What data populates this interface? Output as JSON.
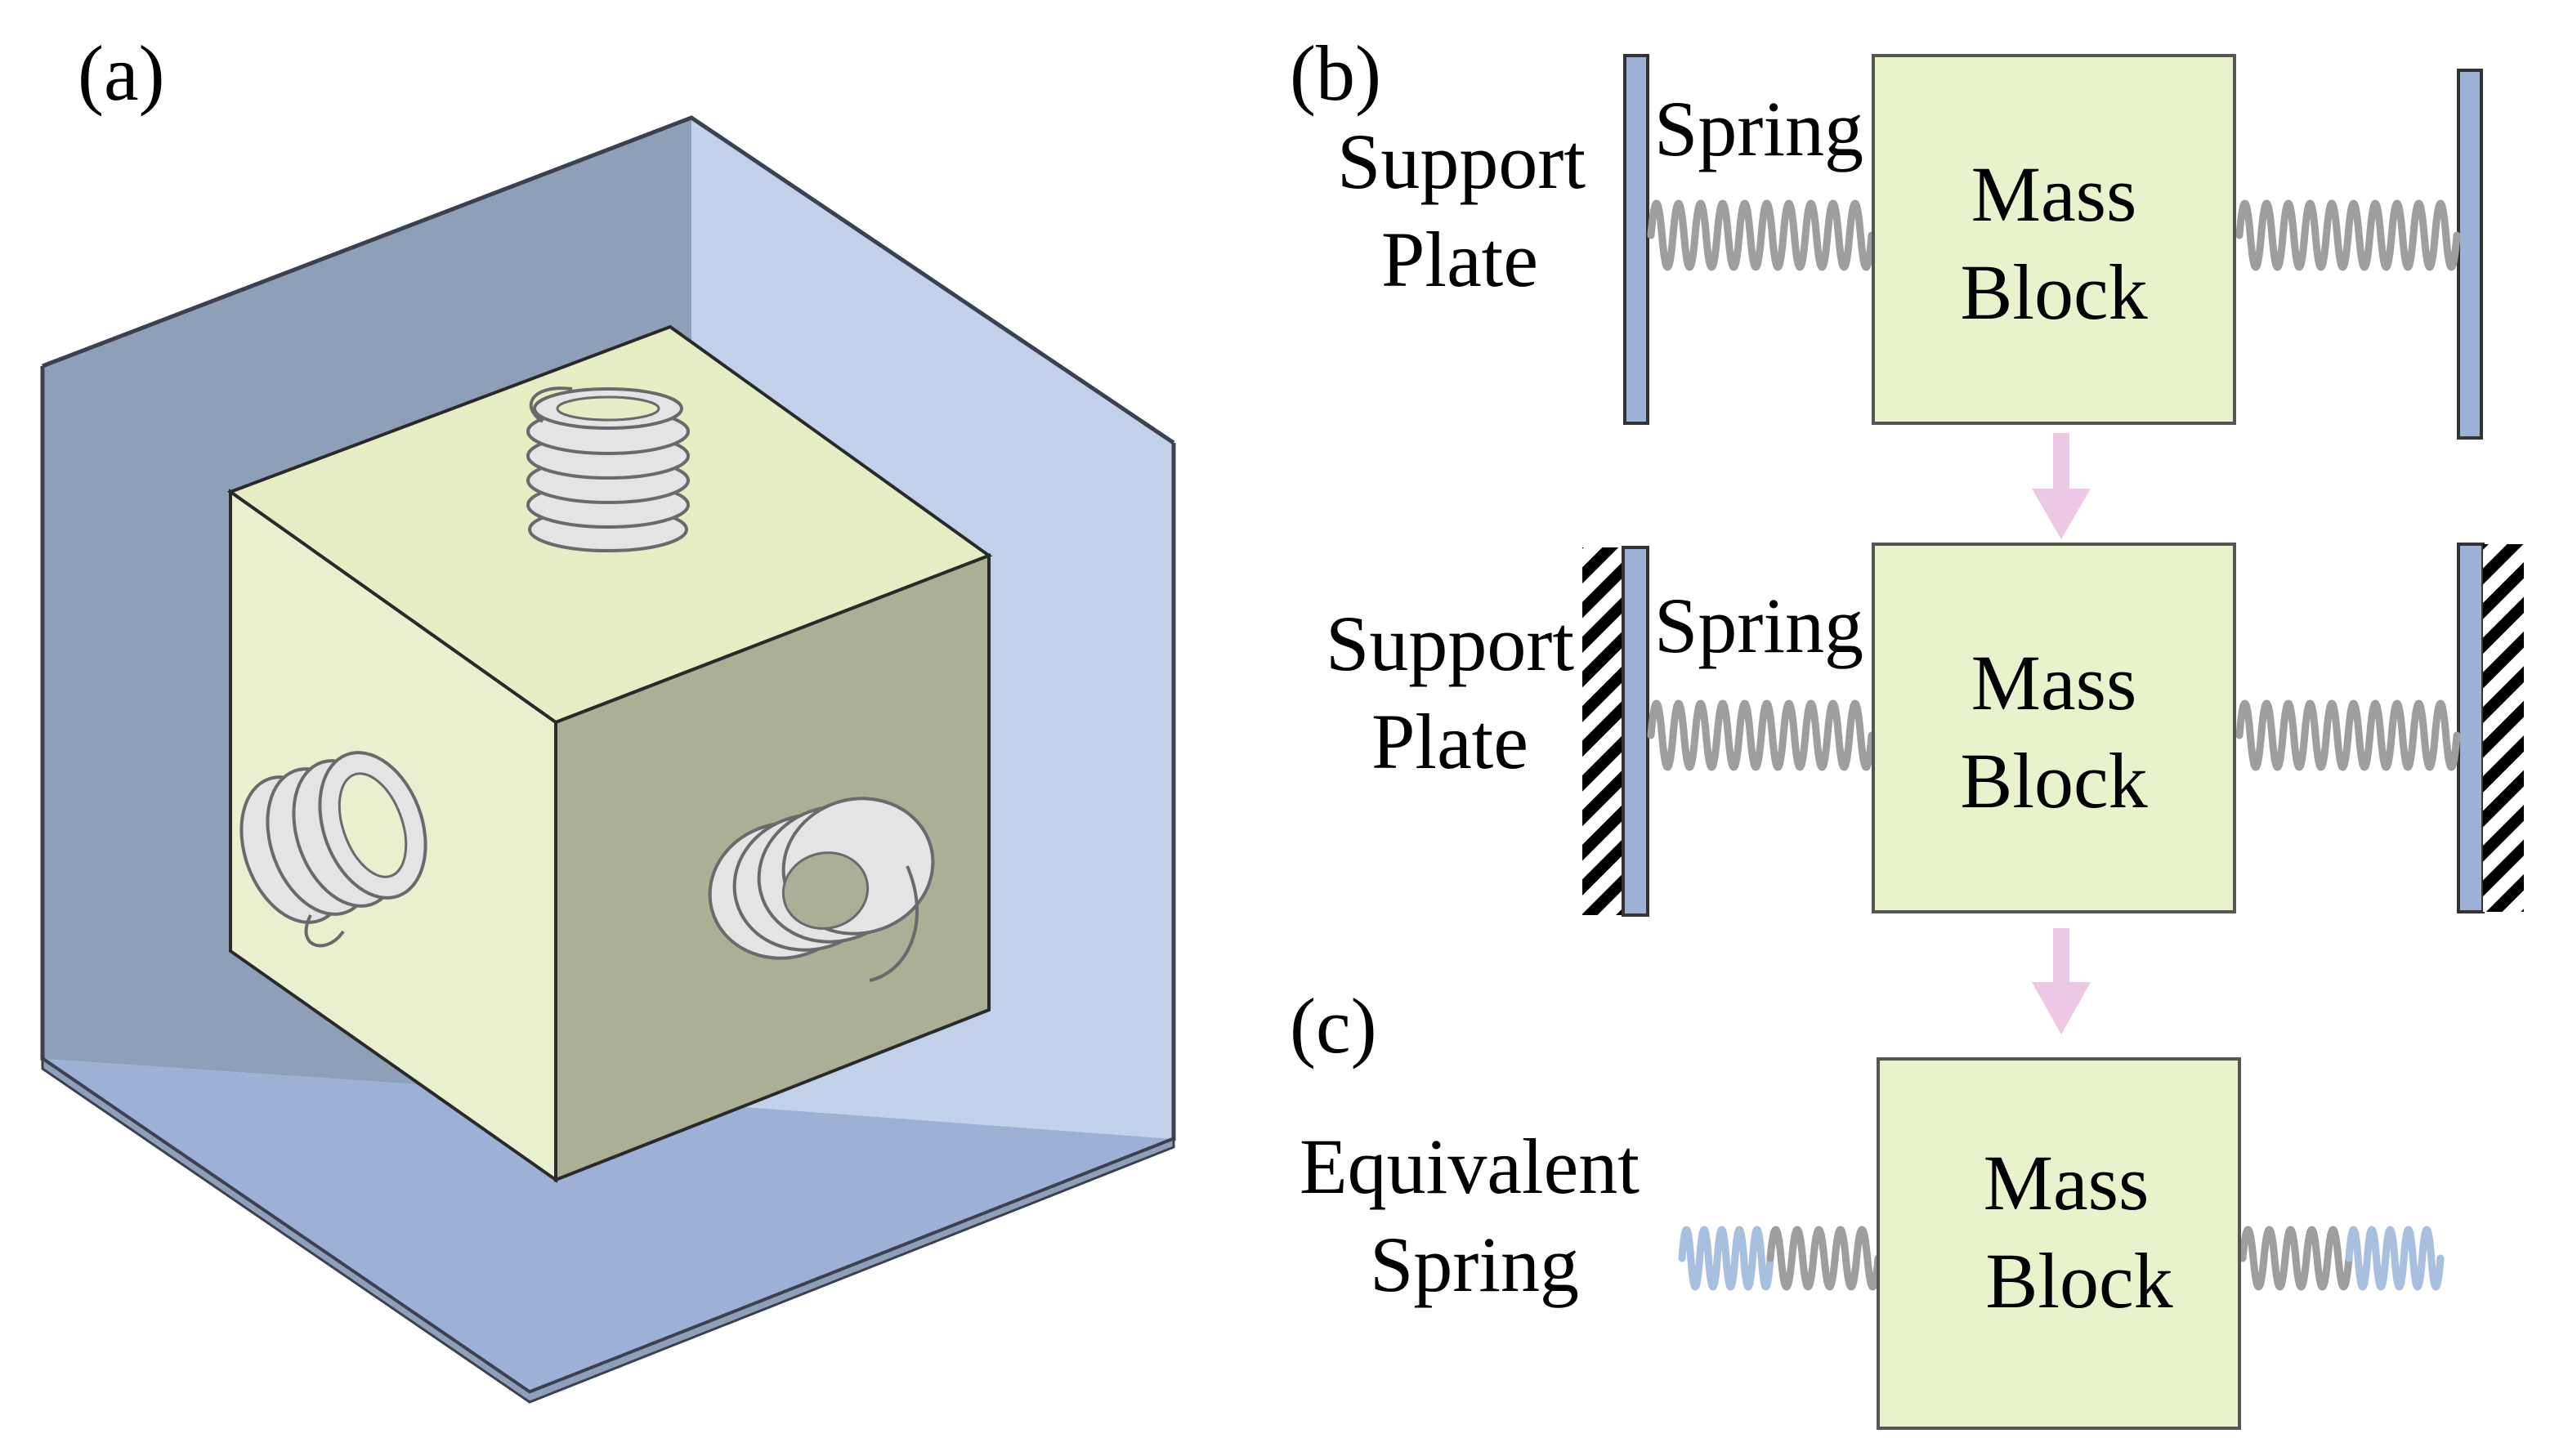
{
  "colors": {
    "plate": "#8e9fb8",
    "plate_light": "#c1d1e9",
    "plate_edge": "#3b4150",
    "plate_blue": "#9db0d6",
    "block": "#e8f2cc",
    "block_top": "#e4edc4",
    "block_left": "#e9f0d0",
    "block_right": "#abaf95",
    "block_edge": "#2a2a2a",
    "spring_gray": "#9e9e9e",
    "spring_blue": "#a8bfe0",
    "arrow": "#ecc8e4",
    "coil": "#e4e4e4",
    "coil_edge": "#6a6a6a"
  },
  "panel_a": {
    "label": "(a)"
  },
  "panel_b": {
    "label": "(b)",
    "row1": {
      "support_line1": "Support",
      "support_line2": "Plate",
      "spring_label": "Spring",
      "mass_line1": "Mass",
      "mass_line2": "Block"
    },
    "row2": {
      "support_line1": "Support",
      "support_line2": "Plate",
      "spring_label": "Spring",
      "mass_line1": "Mass",
      "mass_line2": "Block"
    }
  },
  "panel_c": {
    "label": "(c)",
    "equiv_line1": "Equivalent",
    "equiv_line2": "Spring",
    "mass_line1": "Mass",
    "mass_line2": "Block"
  }
}
